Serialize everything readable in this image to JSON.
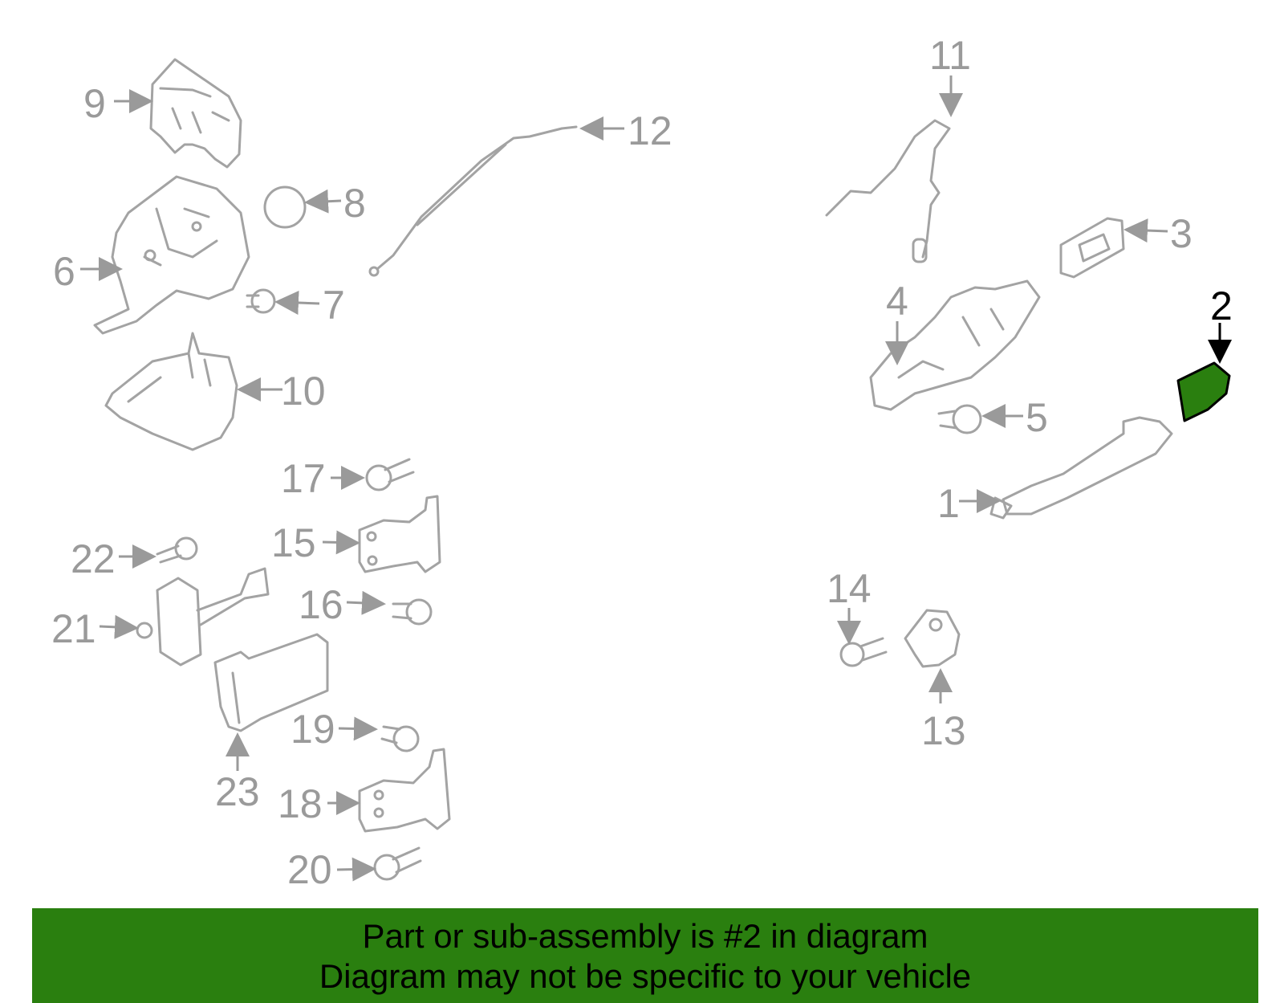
{
  "callouts": [
    "1",
    "2",
    "3",
    "4",
    "5",
    "6",
    "7",
    "8",
    "9",
    "10",
    "11",
    "12",
    "13",
    "14",
    "15",
    "16",
    "17",
    "18",
    "19",
    "20",
    "21",
    "22",
    "23"
  ],
  "highlighted_part": "2",
  "highlight_color": "#2a7f0f",
  "banner": {
    "line1": "Part or sub-assembly is #2 in diagram",
    "line2": "Diagram may not be specific to your vehicle"
  }
}
